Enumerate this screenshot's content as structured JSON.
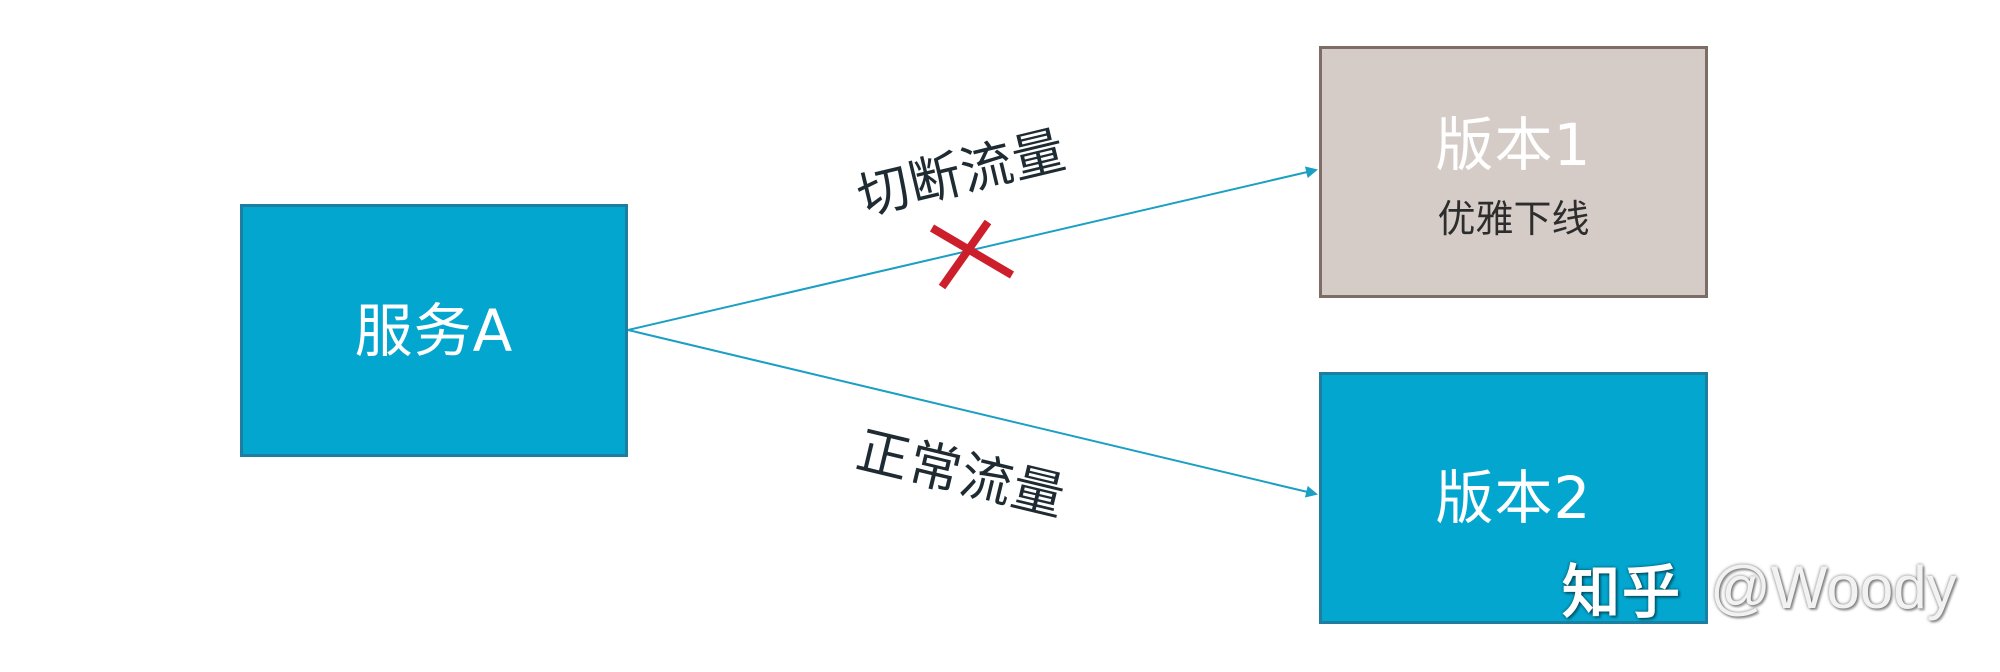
{
  "nodes": {
    "service_a": {
      "label": "服务A"
    },
    "version_1": {
      "label": "版本1",
      "status": "优雅下线"
    },
    "version_2": {
      "label": "版本2"
    }
  },
  "edges": {
    "cut": {
      "label": "切断流量",
      "blocked": true
    },
    "normal": {
      "label": "正常流量"
    }
  },
  "watermark": {
    "logo": "知乎",
    "handle": "@Woody"
  },
  "colors": {
    "service_box": "#03a6cf",
    "offline_box": "#d5ccc7",
    "arrow": "#1b9fc3",
    "blocked_mark": "#cc1f2b",
    "label_text": "#1f2b33"
  }
}
